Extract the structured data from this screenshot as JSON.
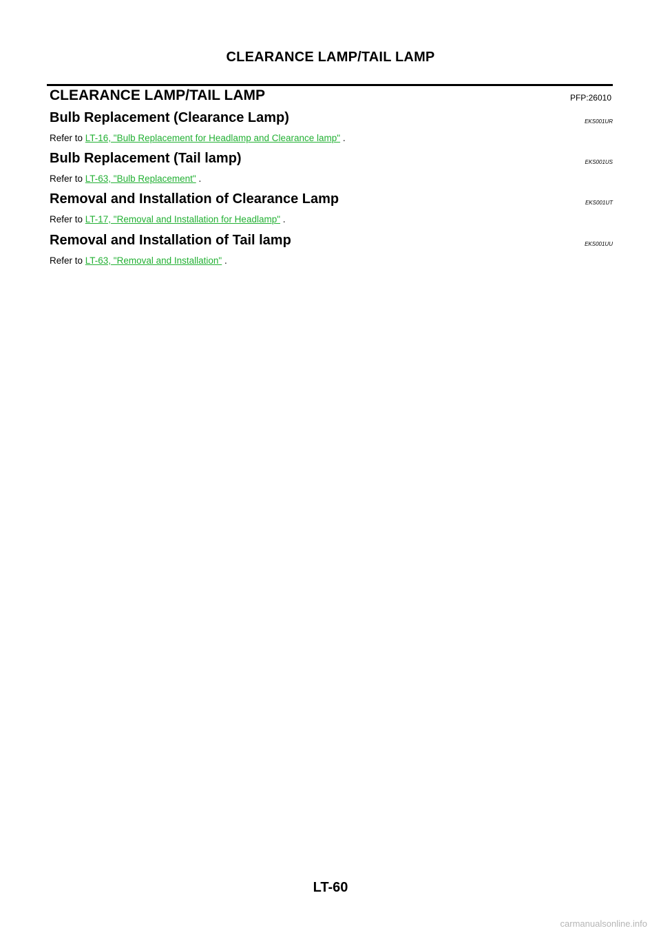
{
  "header": {
    "running_title": "CLEARANCE LAMP/TAIL LAMP"
  },
  "main": {
    "title": "CLEARANCE LAMP/TAIL LAMP",
    "pfp_code": "PFP:26010",
    "link_color": "#22b033",
    "sections": [
      {
        "heading": "Bulb Replacement (Clearance Lamp)",
        "code": "EKS001UR",
        "prefix": "Refer to ",
        "link": "LT-16, \"Bulb Replacement for Headlamp and Clearance lamp\"",
        "suffix": " ."
      },
      {
        "heading": "Bulb Replacement (Tail lamp)",
        "code": "EKS001US",
        "prefix": "Refer to ",
        "link": "LT-63, \"Bulb Replacement\"",
        "suffix": " ."
      },
      {
        "heading": "Removal and Installation of Clearance Lamp",
        "code": "EKS001UT",
        "prefix": "Refer to ",
        "link": "LT-17, \"Removal and Installation for Headlamp\"",
        "suffix": " ."
      },
      {
        "heading": "Removal and Installation of Tail lamp",
        "code": "EKS001UU",
        "prefix": "Refer to ",
        "link": "LT-63, \"Removal and Installation\"",
        "suffix": " ."
      }
    ]
  },
  "footer": {
    "page_number": "LT-60",
    "watermark": "carmanualsonline.info"
  }
}
